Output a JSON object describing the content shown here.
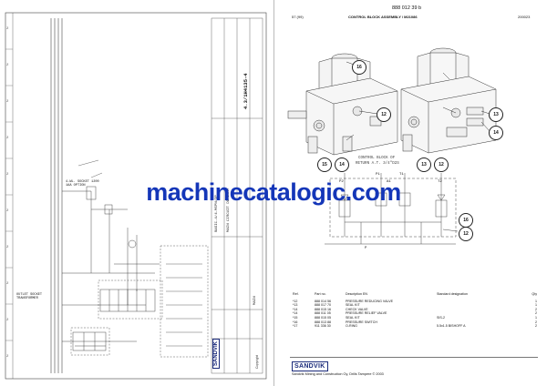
{
  "left_sheet": {
    "grid_numbers": [
      "2",
      "2",
      "2",
      "2",
      "2",
      "2",
      "2",
      "2",
      "2",
      "2"
    ],
    "title_block": {
      "drawing_no": "4.3/1H4135-4",
      "title_line1": "MAIN CIRCUIT DIAGRAM",
      "title_line2": "BASIC-4/4-MSPN/DP",
      "sheet_label": "MAIN",
      "logo": "SANDVIK",
      "copyright": "Copyright"
    },
    "labels": {
      "supply": "4-WL. SOCKET 1200 1AA OPTION",
      "outlet": "OUTLET SOCKET TRANSFORMER"
    }
  },
  "header": {
    "part_number": "888 012 39 b",
    "page_ref": "57 (99)",
    "title": "CONTROL BLOCK ASSEMBLY / M21086",
    "date_code": "200023"
  },
  "drawing": {
    "note_line1": "CONTROL BLOCK OF",
    "note_line2": "RETURN A.T. 3/4\"D2S",
    "port_labels": [
      "P2",
      "P1",
      "T1",
      "A1",
      "P",
      "T2"
    ],
    "balloons": [
      "16",
      "12",
      "13",
      "14",
      "15",
      "14",
      "13",
      "12",
      "16",
      "12"
    ]
  },
  "parts_table": {
    "headers": [
      "Ref.",
      "Part no.",
      "Description EN",
      "Standard designation",
      "Qty"
    ],
    "rows": [
      [
        "*12",
        "888 014 56",
        "PRESSURE REDUCING VALVE",
        "",
        "1"
      ],
      [
        "*13",
        "888 017 70",
        "SEAL KIT",
        "",
        "1"
      ],
      [
        "*14",
        "888 015 16",
        "CHECK VALVE",
        "",
        "2"
      ],
      [
        "*14",
        "888 011 05",
        "PRESSURE RELIEF VALVE",
        "",
        "2"
      ],
      [
        "*15",
        "888 015 05",
        "SEAL KIT",
        "SIS-2",
        "1"
      ],
      [
        "",
        "",
        "",
        "",
        ""
      ],
      [
        "*16",
        "888 013 88",
        "PRESSURE SWITCH",
        "",
        "2"
      ],
      [
        "*17",
        "911 336 30",
        "O-RING",
        "5.5x1.5 BISHOFF A",
        "2"
      ]
    ]
  },
  "watermark": "machinecatalogic.com",
  "footer": {
    "logo": "SANDVIK",
    "text": "Sandvik Mining and Construction Oy, Drills Tampere © 2003"
  }
}
